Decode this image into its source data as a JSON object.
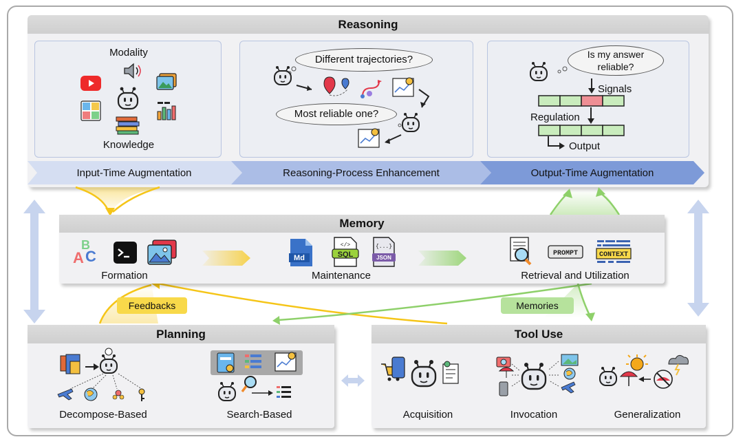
{
  "reasoning": {
    "title": "Reasoning",
    "input_box": {
      "modality": "Modality",
      "knowledge": "Knowledge"
    },
    "process_box": {
      "q1": "Different  trajectories?",
      "q2": "Most reliable one?"
    },
    "output_box": {
      "question_line1": "Is my answer",
      "question_line2": "reliable?",
      "signals": "Signals",
      "regulation": "Regulation",
      "output": "Output"
    },
    "stages": [
      "Input-Time Augmentation",
      "Reasoning-Process Enhancement",
      "Output-Time Augmentation"
    ]
  },
  "memory": {
    "title": "Memory",
    "formation": "Formation",
    "maintenance": "Maintenance",
    "retrieval": "Retrieval and Utilization",
    "file_labels": {
      "md": "Md",
      "sql": "SQL",
      "json": "JSON"
    },
    "prompt_tag": "PROMPT",
    "context_tag": "CONTEXT"
  },
  "flows": {
    "feedbacks": "Feedbacks",
    "memories": "Memories"
  },
  "planning": {
    "title": "Planning",
    "decompose": "Decompose-Based",
    "search": "Search-Based"
  },
  "tool_use": {
    "title": "Tool Use",
    "acquisition": "Acquisition",
    "invocation": "Invocation",
    "generalization": "Generalization"
  },
  "colors": {
    "stage_light": "#d5def2",
    "stage_mid": "#a9bce6",
    "stage_dark": "#7d9ad8",
    "feedback_yellow": "#f5c518",
    "memory_green": "#8ed06a",
    "side_arrow": "#c5d3ee"
  },
  "icons": [
    "robot-icon",
    "youtube-icon",
    "speaker-icon",
    "image-icon",
    "books-icon",
    "bar-chart-icon",
    "location-pin-icon",
    "route-icon",
    "magnifier-icon",
    "terminal-icon",
    "markdown-file-icon",
    "sql-file-icon",
    "json-file-icon",
    "document-search-icon",
    "umbrella-icon",
    "sun-icon",
    "airplane-icon",
    "globe-icon",
    "key-icon"
  ]
}
